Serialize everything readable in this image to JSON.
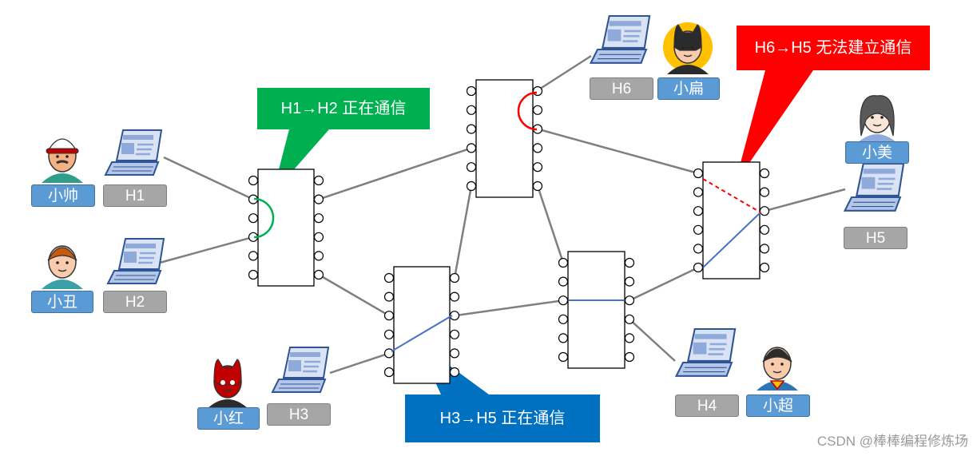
{
  "users": [
    {
      "id": "u-xiaoshuai",
      "label": "小帅",
      "avatar": "boy-cap-avatar"
    },
    {
      "id": "u-xiaochou",
      "label": "小丑",
      "avatar": "boy-avatar"
    },
    {
      "id": "u-xiaohong",
      "label": "小红",
      "avatar": "masked-hero-avatar"
    },
    {
      "id": "u-xiaobian",
      "label": "小扁",
      "avatar": "bat-hero-avatar"
    },
    {
      "id": "u-xiaomei",
      "label": "小美",
      "avatar": "girl-avatar"
    },
    {
      "id": "u-xiaochao",
      "label": "小超",
      "avatar": "super-hero-avatar"
    }
  ],
  "hosts": [
    {
      "id": "h1",
      "label": "H1"
    },
    {
      "id": "h2",
      "label": "H2"
    },
    {
      "id": "h3",
      "label": "H3"
    },
    {
      "id": "h4",
      "label": "H4"
    },
    {
      "id": "h5",
      "label": "H5"
    },
    {
      "id": "h6",
      "label": "H6"
    }
  ],
  "callouts": {
    "h1_h2": {
      "text": "H1→H2 正在通信",
      "color": "#00b050"
    },
    "h3_h5": {
      "text": "H3→H5 正在通信",
      "color": "#0070c0"
    },
    "h6_h5": {
      "text": "H6→H5 无法建立通信",
      "color": "#ff0000"
    }
  },
  "colors": {
    "link": "#7f7f7f",
    "circuit_green": "#00b050",
    "circuit_blue": "#4472c4",
    "circuit_red": "#ff0000",
    "laptop": "#8eaadb"
  },
  "watermark": "CSDN @棒棒编程修炼场"
}
